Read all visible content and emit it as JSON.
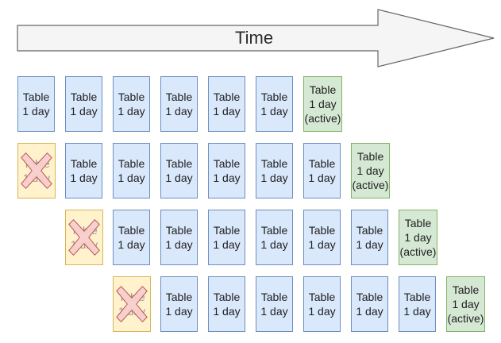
{
  "arrow": {
    "label": "Time",
    "fill": "#f5f5f5",
    "stroke": "#666666"
  },
  "table_label": {
    "line1": "Table",
    "line2": "1 day",
    "active_suffix": "(active)"
  },
  "colors": {
    "normal_fill": "#dae8fc",
    "normal_stroke": "#6c8ebf",
    "active_fill": "#d5e8d4",
    "active_stroke": "#82b366",
    "expired_fill": "#fff2cc",
    "expired_stroke": "#d6b656",
    "cross_fill": "#f8cecc",
    "cross_stroke": "#b85450"
  },
  "rows": [
    {
      "expired_count": 0,
      "normal_count": 6,
      "active_count": 1
    },
    {
      "expired_count": 1,
      "normal_count": 6,
      "active_count": 1
    },
    {
      "expired_count": 1,
      "normal_count": 6,
      "active_count": 1
    },
    {
      "expired_count": 1,
      "normal_count": 6,
      "active_count": 1
    }
  ]
}
